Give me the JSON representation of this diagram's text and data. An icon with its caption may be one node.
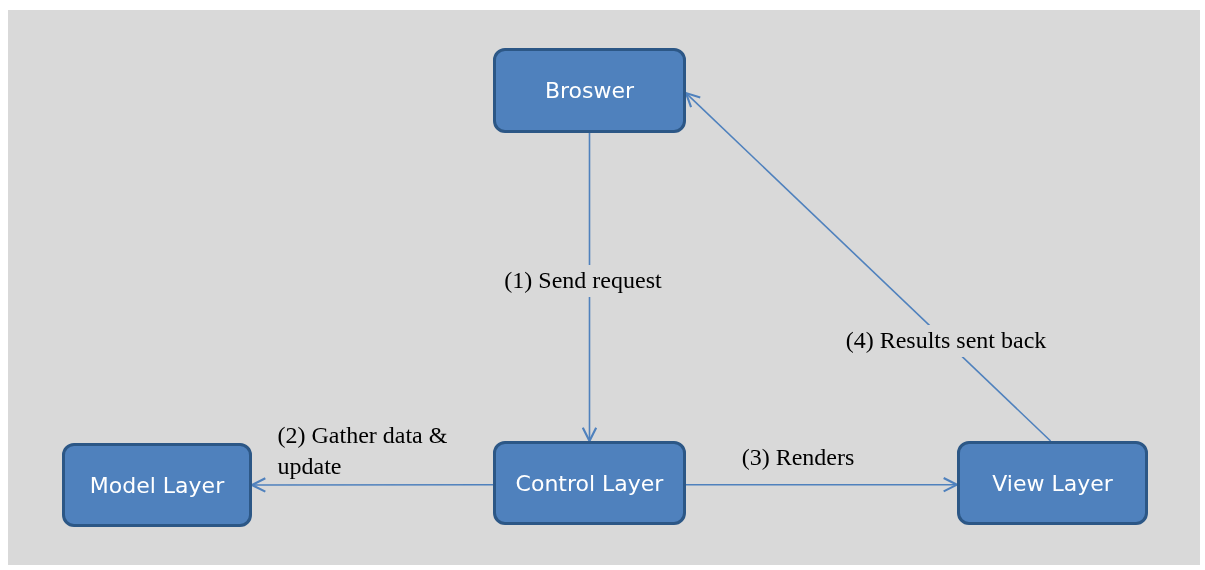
{
  "diagram": {
    "nodes": [
      {
        "text": [
          "Broswer"
        ]
      },
      {
        "text": [
          "Model Layer"
        ]
      },
      {
        "text": [
          "Control Layer"
        ]
      },
      {
        "text": [
          "View Layer"
        ]
      }
    ],
    "edges": [
      {
        "from": 0,
        "to": 2,
        "arrow": "to",
        "label": "(1) Send request"
      },
      {
        "from": 2,
        "to": 1,
        "arrow": "to",
        "label": "(2) Gather data & update"
      },
      {
        "from": 2,
        "to": 3,
        "arrow": "to",
        "label": "(3) Renders"
      },
      {
        "from": 3,
        "to": 0,
        "arrow": "to",
        "label": "(4) Results sent back"
      }
    ]
  }
}
